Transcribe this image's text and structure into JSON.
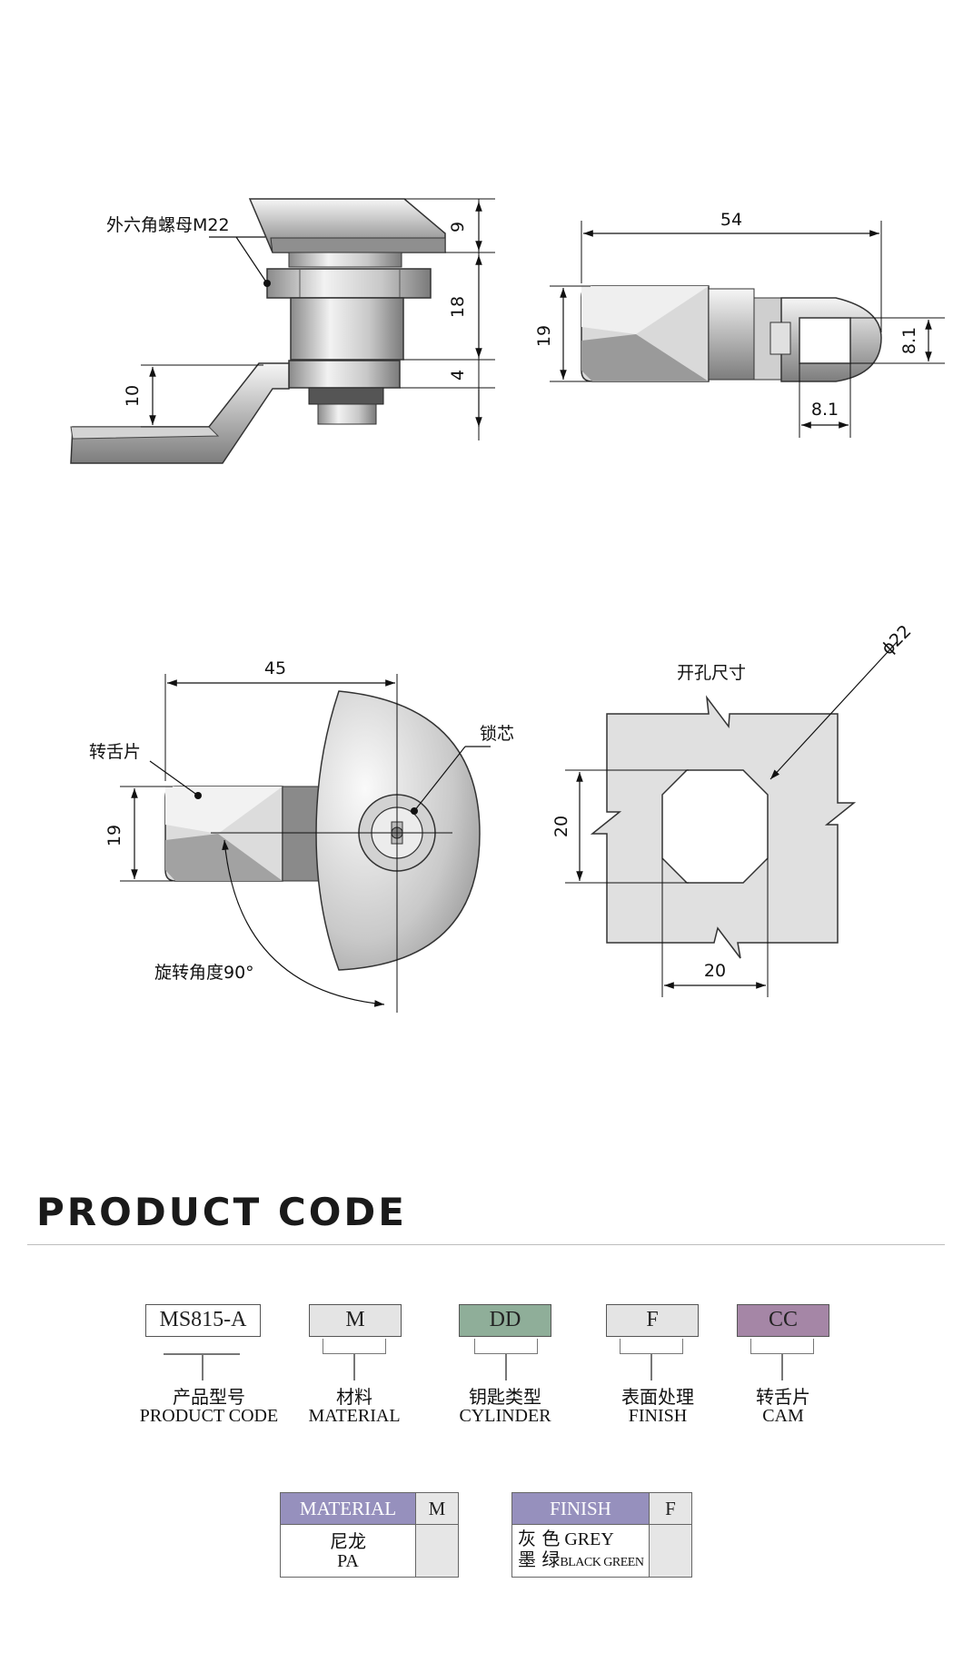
{
  "drawings": {
    "side_view": {
      "hex_nut_label": "外六角螺母M22",
      "dim_top": "9",
      "dim_body": "18",
      "dim_bottom": "4",
      "dim_cam_offset": "10"
    },
    "cam_view": {
      "dim_length": "54",
      "dim_height": "19",
      "dim_hole_h": "8.1",
      "dim_hole_w": "8.1"
    },
    "front_view": {
      "dim_width": "45",
      "dim_height": "19",
      "cam_label": "转舌片",
      "core_label": "锁芯",
      "rotation_label": "旋转角度90°"
    },
    "cutout_view": {
      "title": "开孔尺寸",
      "dim_diameter": "ϕ22",
      "dim_height": "20",
      "dim_width": "20"
    }
  },
  "product_code": {
    "title": "PRODUCT CODE",
    "boxes": [
      {
        "code": "MS815-A",
        "color": "#ffffff",
        "zh": "产品型号",
        "en": "PRODUCT CODE"
      },
      {
        "code": "M",
        "color": "#e4e4e4",
        "zh": "材料",
        "en": "MATERIAL"
      },
      {
        "code": "DD",
        "color": "#8fae99",
        "zh": "钥匙类型",
        "en": "CYLINDER"
      },
      {
        "code": "F",
        "color": "#e4e4e4",
        "zh": "表面处理",
        "en": "FINISH"
      },
      {
        "code": "CC",
        "color": "#a586a6",
        "zh": "转舌片",
        "en": "CAM"
      }
    ],
    "material_table": {
      "header": "MATERIAL",
      "code": "M",
      "row_zh": "尼龙",
      "row_en": "PA"
    },
    "finish_table": {
      "header": "FINISH",
      "code": "F",
      "row1_zh": "灰 色",
      "row1_en": "GREY",
      "row2_zh": "墨 绿",
      "row2_en": "BLACK GREEN"
    }
  }
}
